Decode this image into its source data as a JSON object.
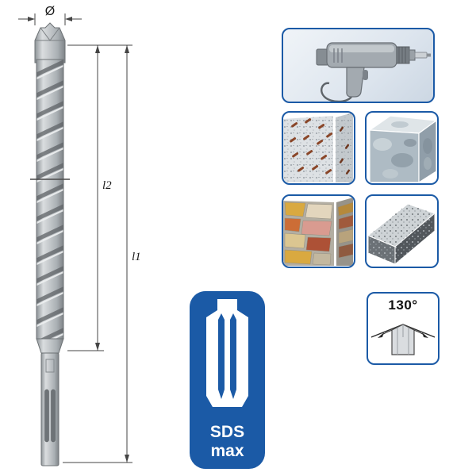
{
  "product_view": {
    "background": "#ffffff",
    "accent_blue": "#1b5aa6",
    "metal_gray": "#b9bec2"
  },
  "drawing": {
    "diameter_label": "Ø",
    "l2_label": "l2",
    "l1_label": "l1"
  },
  "icons": {
    "tool_icon": "hammer-drill-icon",
    "material_icons": [
      "reinforced-concrete-icon",
      "granite-stone-icon",
      "masonry-icon",
      "aggregate-screed-icon"
    ],
    "angle_icon": {
      "name": "tip-angle-icon",
      "label": "130°"
    }
  },
  "badge": {
    "line1": "SDS",
    "line2": "max"
  }
}
